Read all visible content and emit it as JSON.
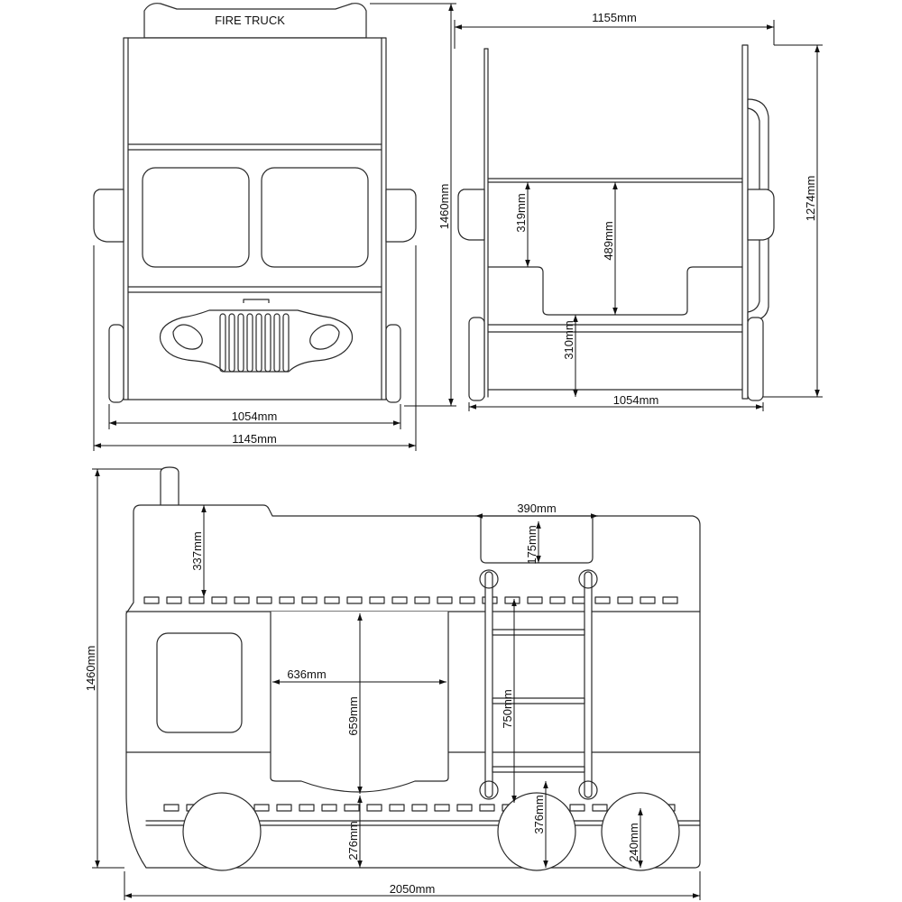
{
  "badge_title": "FIRE TRUCK",
  "front_view": {
    "inner_width": "1054mm",
    "outer_width": "1145mm",
    "height": "1460mm"
  },
  "side_view": {
    "top_width": "1155mm",
    "rail_height": "319mm",
    "cutout_height": "489mm",
    "lower_height": "310mm",
    "bottom_width": "1054mm",
    "height": "1274mm"
  },
  "long_view": {
    "total_height": "1460mm",
    "top_rail": "337mm",
    "window_width": "390mm",
    "window_height": "175mm",
    "door_width": "636mm",
    "door_height": "659mm",
    "ladder_height": "750mm",
    "lower_clearance": "376mm",
    "base_height": "276mm",
    "wheel_height": "240mm",
    "total_length": "2050mm"
  }
}
